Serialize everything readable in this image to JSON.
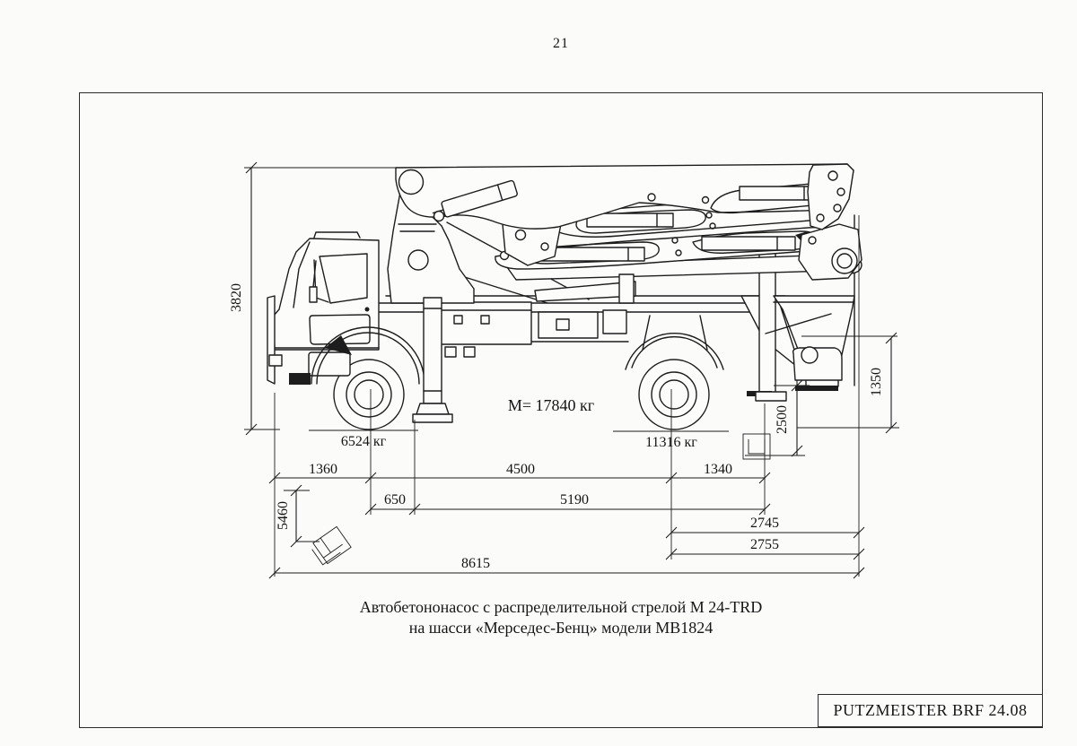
{
  "page": {
    "number": "21"
  },
  "drawing": {
    "mass_label": "M= 17840 кг",
    "front_axle_load": "6524 кг",
    "rear_axle_load": "11316 кг",
    "dims": {
      "overall_height": "3820",
      "outlet_height": "1350",
      "rear_outrigger_span": "2500",
      "front_outrigger_span": "5460",
      "front_overhang": "1360",
      "wheelbase": "4500",
      "rear_axle_to_outrigger": "1340",
      "front_axle_to_outrigger": "650",
      "outrigger_base": "5190",
      "rear_axle_to_tail_upper": "2745",
      "rear_axle_to_tail_lower": "2755",
      "overall_length": "8615"
    }
  },
  "caption": {
    "line1": "Автобетононасос с распределительной стрелой М 24-TRD",
    "line2": "на шасси «Мерседес-Бенц» модели МВ1824"
  },
  "title_block": {
    "label": "PUTZMEISTER BRF 24.08"
  }
}
